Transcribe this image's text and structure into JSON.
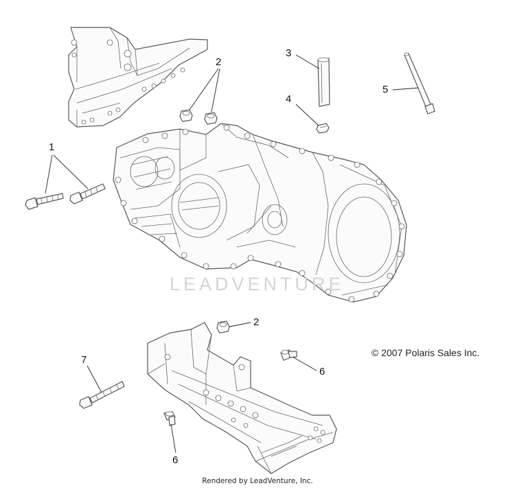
{
  "callouts": {
    "c1": "1",
    "c2a": "2",
    "c2b": "2",
    "c3": "3",
    "c4": "4",
    "c5": "5",
    "c6a": "6",
    "c6b": "6",
    "c7": "7"
  },
  "copyright": "© 2007 Polaris Sales Inc.",
  "footer": "Rendered by LeadVenture, Inc.",
  "watermark": "LEADVENTURE",
  "colors": {
    "line": "#555555",
    "text": "#111111",
    "watermark": "#d4d4d4"
  }
}
